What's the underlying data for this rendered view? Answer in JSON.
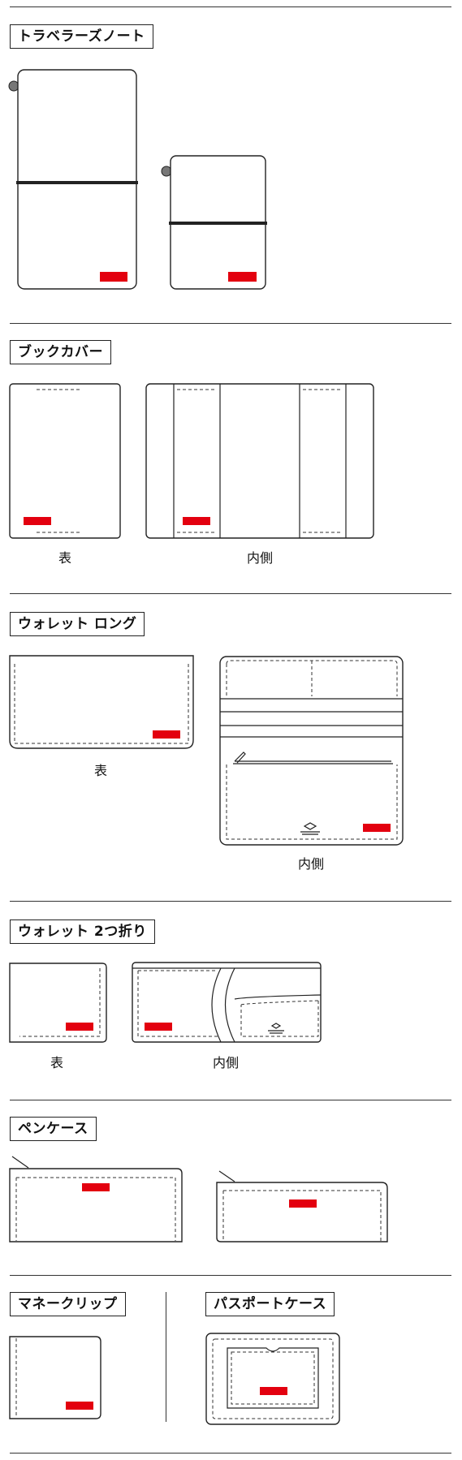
{
  "sections": [
    {
      "title": "トラベラーズノート"
    },
    {
      "title": "ブックカバー",
      "captions": [
        "表",
        "内側"
      ]
    },
    {
      "title": "ウォレット ロング",
      "captions": [
        "表",
        "内側"
      ]
    },
    {
      "title": "ウォレット 2つ折り",
      "captions": [
        "表",
        "内側"
      ]
    },
    {
      "title": "ペンケース"
    },
    {
      "title": "マネークリップ"
    },
    {
      "title": "パスポートケース"
    }
  ],
  "colors": {
    "accent": "#e3000f",
    "line": "#222222"
  }
}
